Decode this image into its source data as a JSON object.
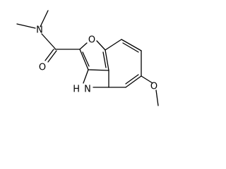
{
  "atoms": {
    "n_amide": "N",
    "o_carbonyl": "O",
    "o_furan": "O",
    "nh_indole": "H",
    "n_indole": "N",
    "o_methoxy": "O"
  }
}
